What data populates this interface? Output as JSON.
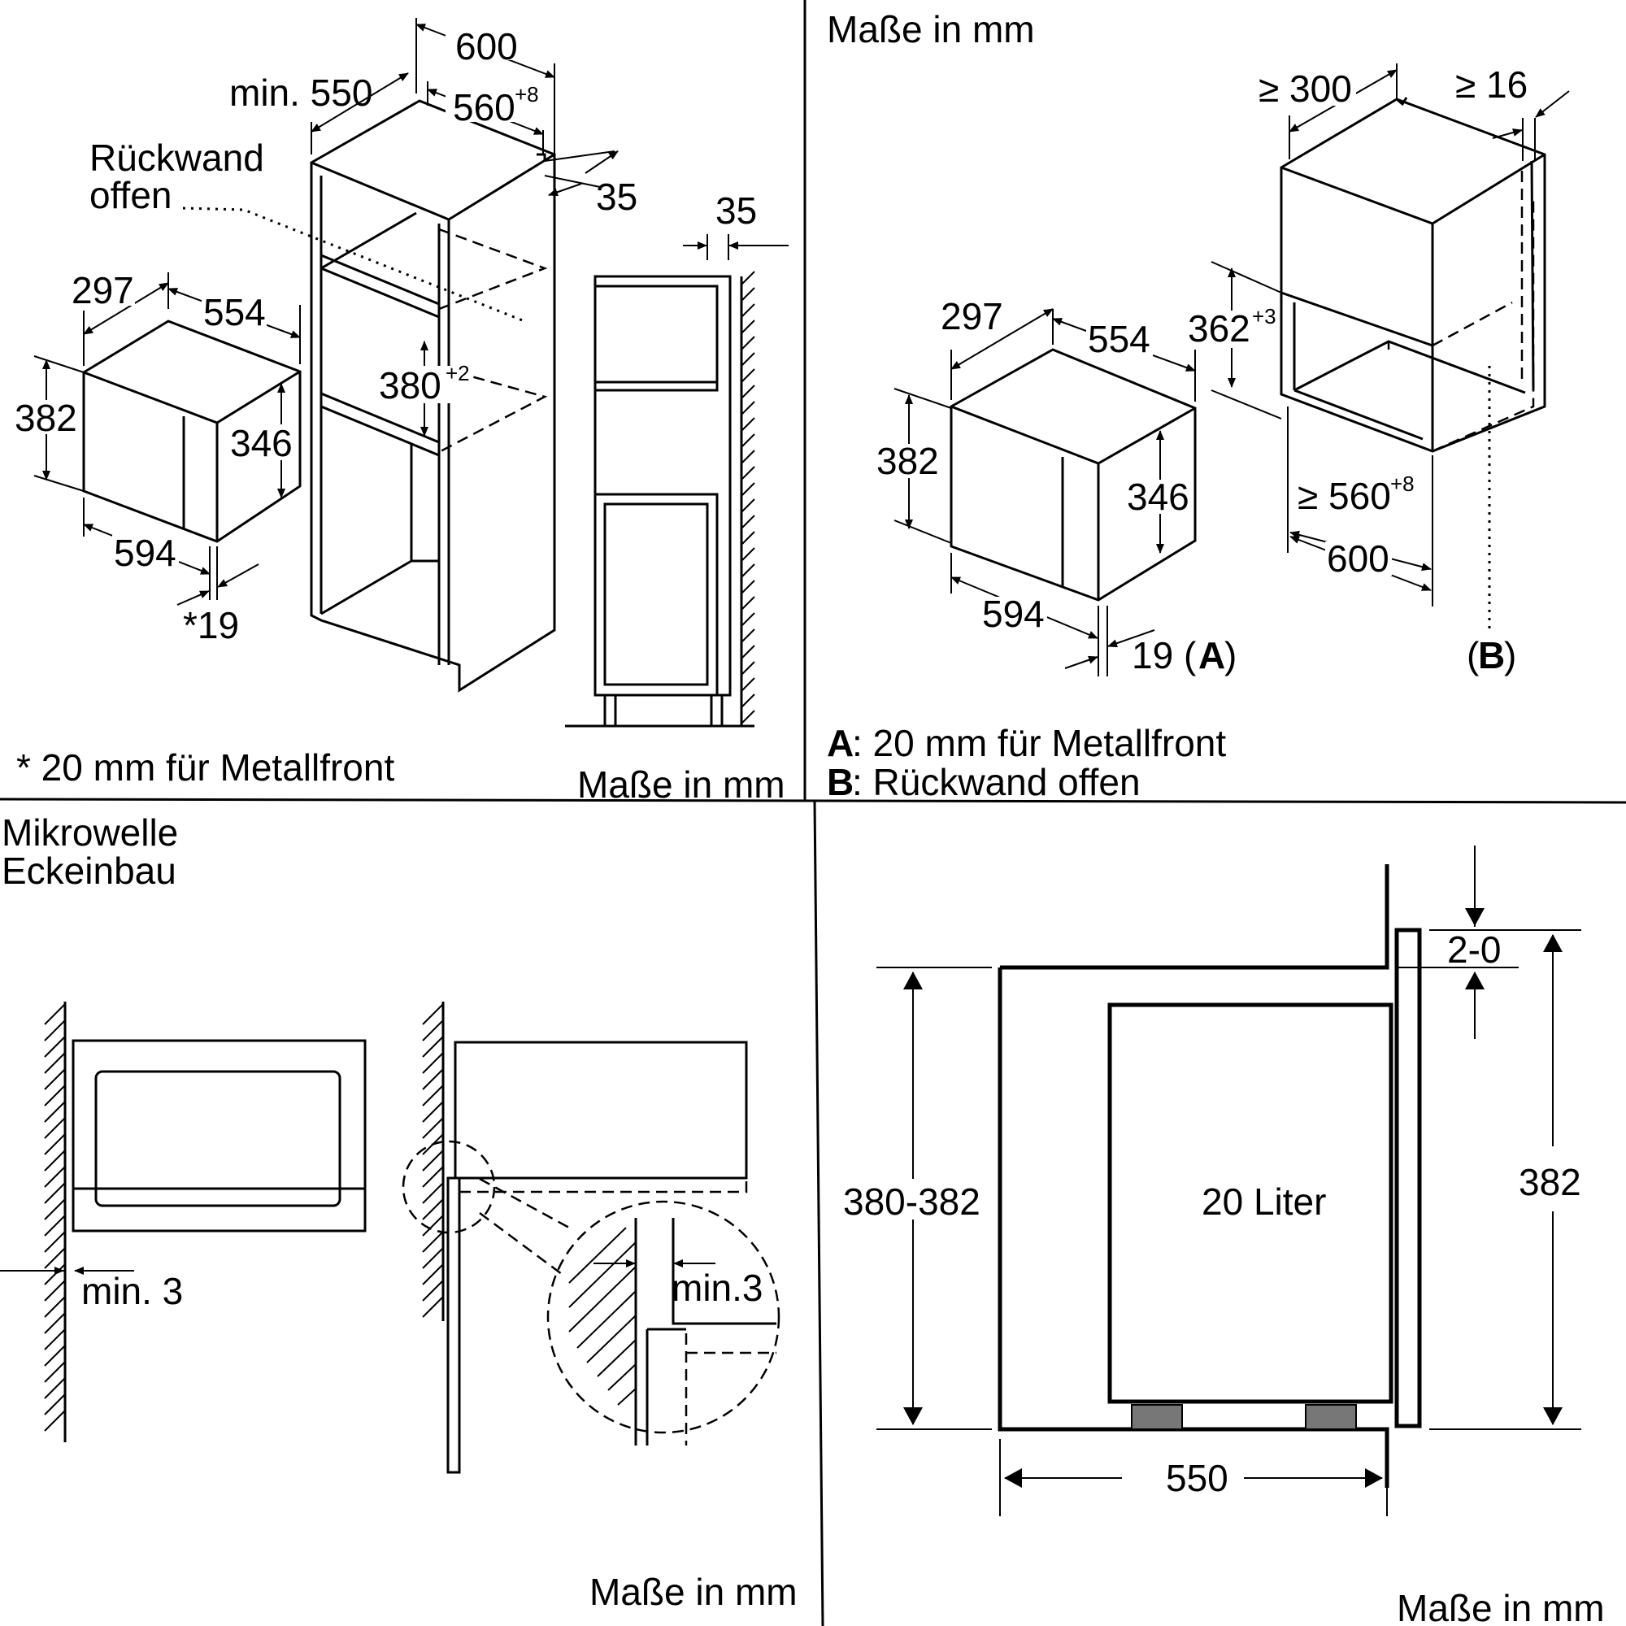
{
  "q1": {
    "d600": "600",
    "min550": "min. 550",
    "d560": "560",
    "d560_sup": "+8",
    "rueckwand_line1": "Rückwand",
    "rueckwand_line2": "offen",
    "d35a": "35",
    "d35b": "35",
    "d297": "297",
    "d554": "554",
    "d380": "380",
    "d380_sup": "+2",
    "d382": "382",
    "d346": "346",
    "d594": "594",
    "d19": "*19",
    "footnote": "* 20 mm für Metallfront",
    "units": "Maße in mm"
  },
  "q2": {
    "units": "Maße in mm",
    "d300": "≥ 300",
    "d16": "≥ 16",
    "d297": "297",
    "d554": "554",
    "d362": "362",
    "d362_sup": "+3",
    "d382": "382",
    "d346": "346",
    "d560": "≥ 560",
    "d560_sup": "+8",
    "d600": "600",
    "d594": "594",
    "d19": "19 (",
    "label_a": "A",
    "label_b": "B",
    "paren_close": ")",
    "paren_open": "(",
    "legend_a_key": "A",
    "legend_a_text": ": 20 mm für Metallfront",
    "legend_b_key": "B",
    "legend_b_text": ": Rückwand offen"
  },
  "q3": {
    "title_line1": "Mikrowelle",
    "title_line2": "Eckeinbau",
    "min3a": "min. 3",
    "min3b": "min.3",
    "units": "Maße in mm"
  },
  "q4": {
    "d2_0": "2-0",
    "d380_382": "380-382",
    "volume": "20 Liter",
    "d382": "382",
    "d550": "550",
    "units": "Maße in mm"
  }
}
